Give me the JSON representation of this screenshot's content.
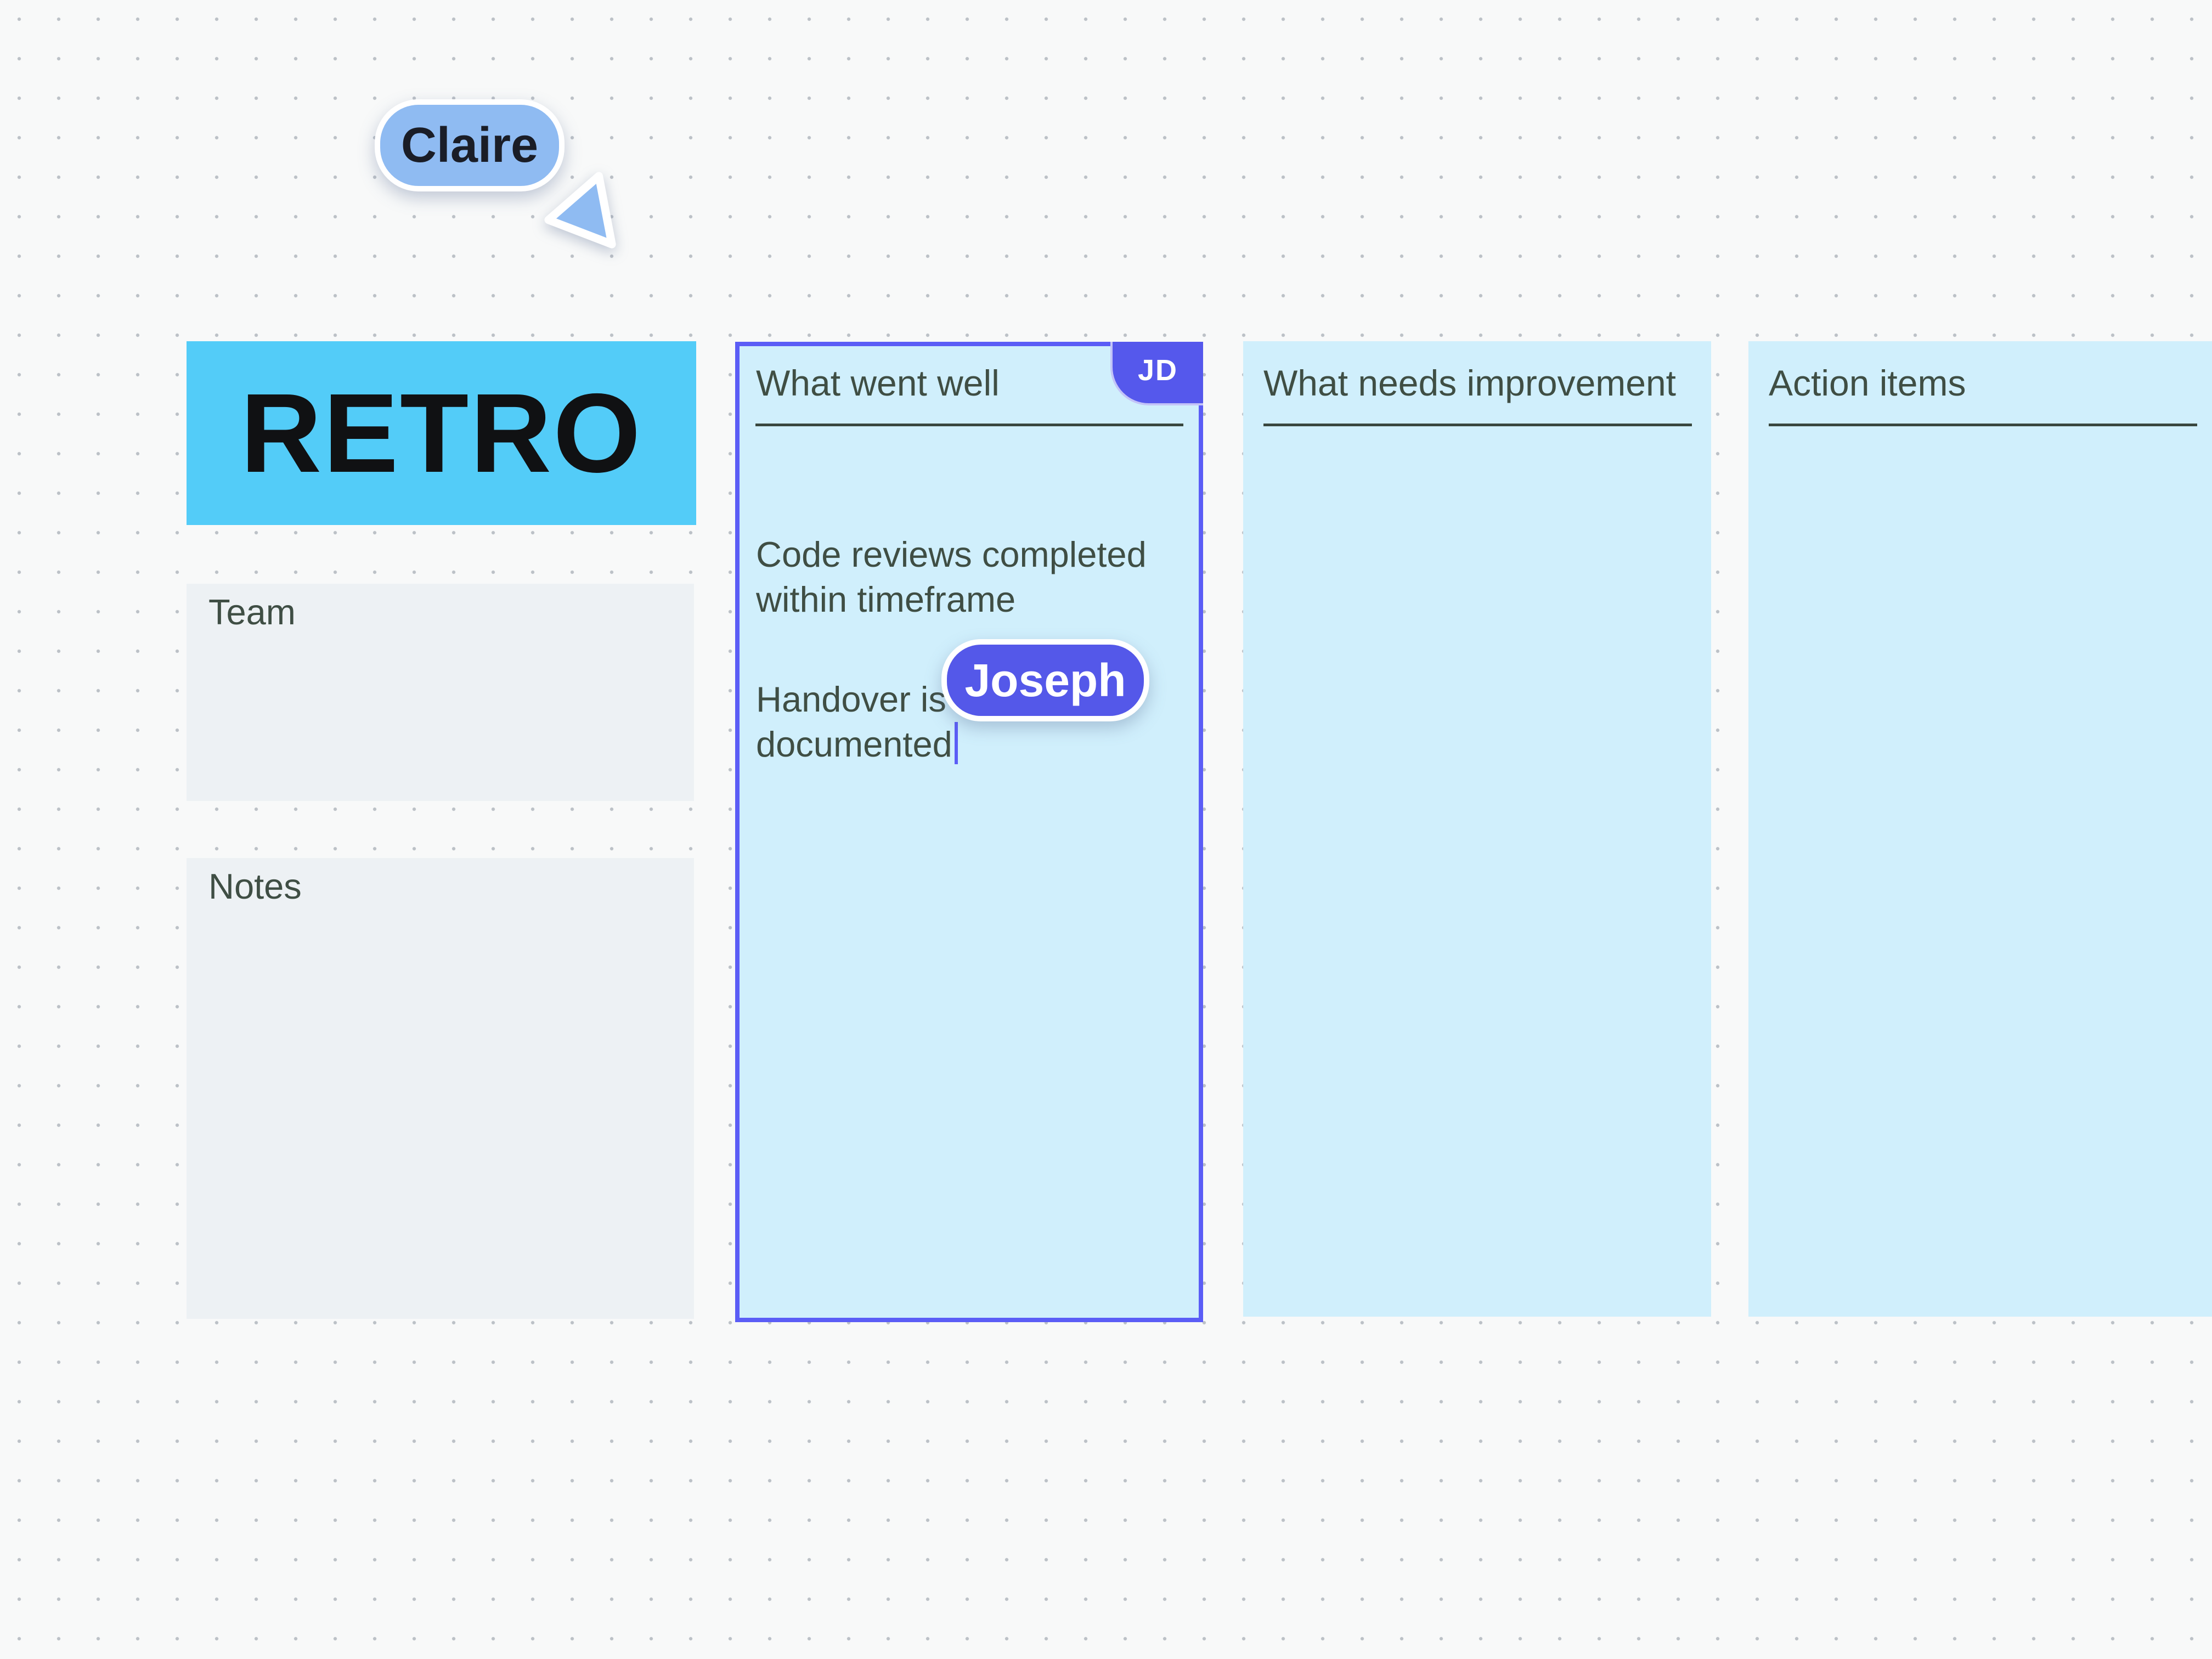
{
  "board": {
    "title_card": "RETRO",
    "team_card_label": "Team",
    "notes_card_label": "Notes"
  },
  "columns": [
    {
      "header": "What went well",
      "selected_by_badge": "JD",
      "notes": [
        {
          "lines": [
            "Code reviews completed",
            "within timeframe"
          ]
        },
        {
          "lines": [
            "Handover is",
            "documented"
          ]
        }
      ]
    },
    {
      "header": "What needs improvement",
      "notes": []
    },
    {
      "header": "Action items",
      "notes": []
    }
  ],
  "collaborators": [
    {
      "name": "Claire",
      "cursor_color": "#8FBBF2"
    },
    {
      "name": "Joseph",
      "initials": "JD",
      "cursor_color": "#5458E9"
    }
  ],
  "colors": {
    "canvas_bg": "#F8F9F9",
    "dot_grid": "#BCC1C7",
    "title_card_bg": "#53CCF8",
    "column_bg": "#D0EFFC",
    "side_card_bg": "#EDF1F4",
    "text_dark_green": "#3F4E44",
    "divider_green": "#39473E",
    "selection_purple": "#5B5DF6",
    "badge_purple": "#5558EC",
    "claire_blue": "#8FBBF2",
    "retro_text": "#101113"
  }
}
